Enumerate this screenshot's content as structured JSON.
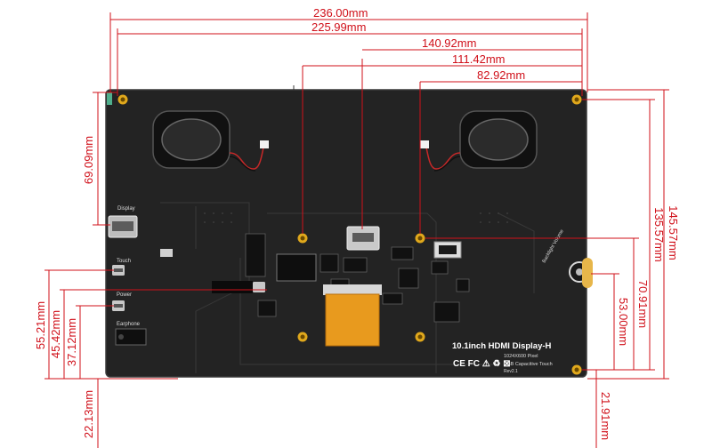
{
  "colors": {
    "dimension_line": "#d0101a",
    "board": "#232323",
    "screw": "#e0a81c",
    "ffc_cable": "#e89a1e"
  },
  "dimensions": {
    "top_overall": "236.00mm",
    "top_holes": "225.99mm",
    "top_hdmi": "140.92mm",
    "top_mid_hole": "111.42mm",
    "top_ffc": "82.92mm",
    "right_overall": "145.57mm",
    "right_holes": "135.57mm",
    "right_mid_holes": "70.91mm",
    "right_lower_hole": "53.00mm",
    "right_bottom_offset": "21.91mm",
    "left_display": "69.09mm",
    "left_touch": "55.21mm",
    "left_power": "45.42mm",
    "left_earphone": "37.12mm",
    "left_bottom_offset": "22.13mm"
  },
  "board": {
    "port_display": "Display",
    "port_touch": "Touch",
    "port_power": "Power",
    "port_earphone": "Earphone",
    "product_name": "10.1inch HDMI Display-H",
    "resolution": "1024X600 Pixel",
    "touch_type": "USB Capacitive Touch",
    "revision": "Rev2.1",
    "backlight_label": "Backlight Volume",
    "cert_marks": "CE FC ⚠ ♻ ⊠"
  }
}
